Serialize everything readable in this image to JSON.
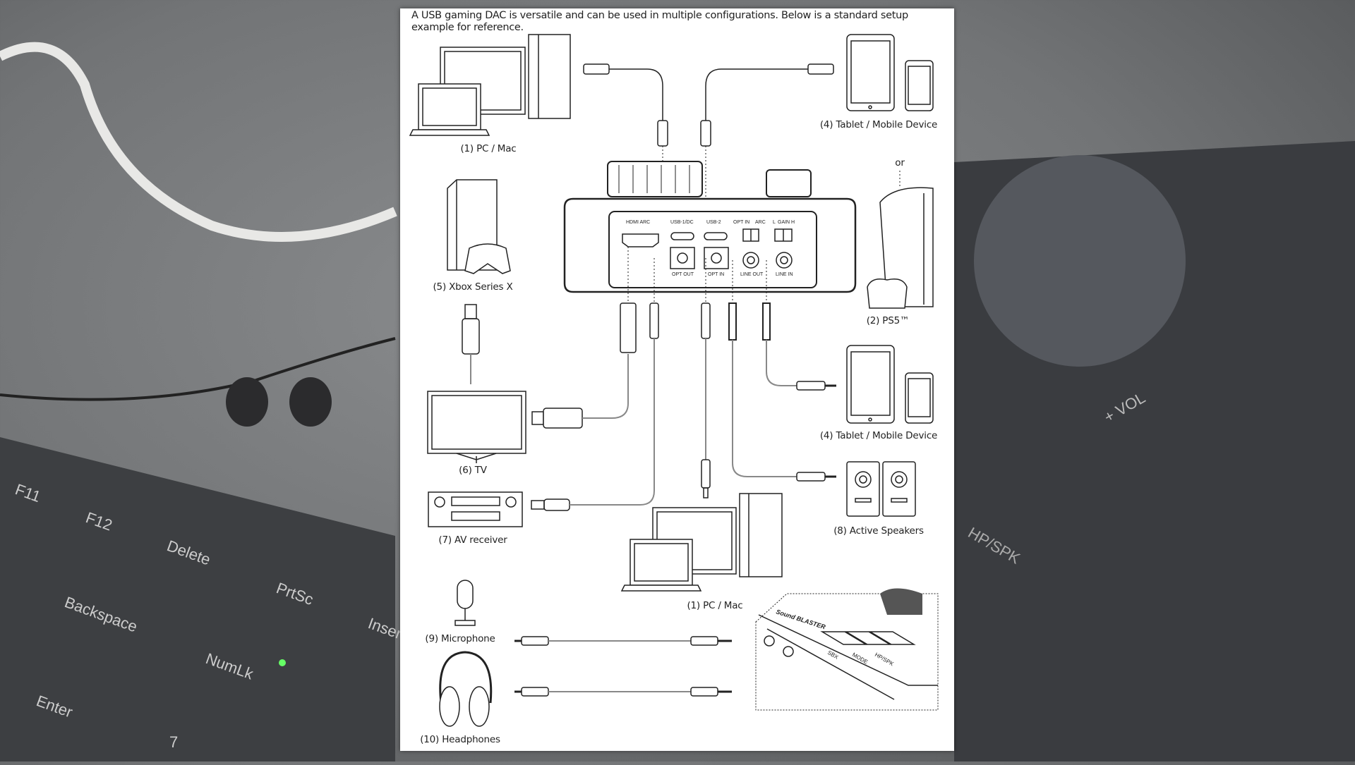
{
  "intro_text": "A USB gaming DAC is versatile and can be used in multiple configurations. Below is a standard setup example for reference.",
  "devices": {
    "pc_mac_top": "(1) PC / Mac",
    "tablet_top": "(4) Tablet / Mobile Device",
    "or": "or",
    "xbox": "(5) Xbox Series X",
    "ps5": "(2) PS5™",
    "tablet_mid": "(4) Tablet / Mobile Device",
    "tv": "(6) TV",
    "av_receiver": "(7) AV receiver",
    "speakers": "(8) Active Speakers",
    "pc_mac_bottom": "(1) PC / Mac",
    "microphone": "(9) Microphone",
    "headphones": "(10) Headphones"
  },
  "ports": {
    "hdmi_arc": "HDMI ARC",
    "usb1": "USB-1/DC",
    "usb2": "USB-2",
    "opt_in_switch": "OPT IN",
    "arc": "ARC",
    "gain_l": "L",
    "gain": "GAIN",
    "gain_h": "H",
    "opt_out": "OPT OUT",
    "opt_in": "OPT IN",
    "line_out": "LINE OUT",
    "line_in": "LINE IN"
  },
  "inset": {
    "brand": "Sound BLASTER",
    "sbx": "SBX",
    "mode": "MODE",
    "hp_spk": "HP/SPK"
  },
  "background": {
    "vol_label": "+ VOL",
    "hp_spk_label": "HP/SPK",
    "keys": [
      "F11",
      "F12",
      "Delete",
      "PrtSc",
      "Backspace",
      "NumLk",
      "Enter",
      "Insert",
      "7"
    ]
  }
}
